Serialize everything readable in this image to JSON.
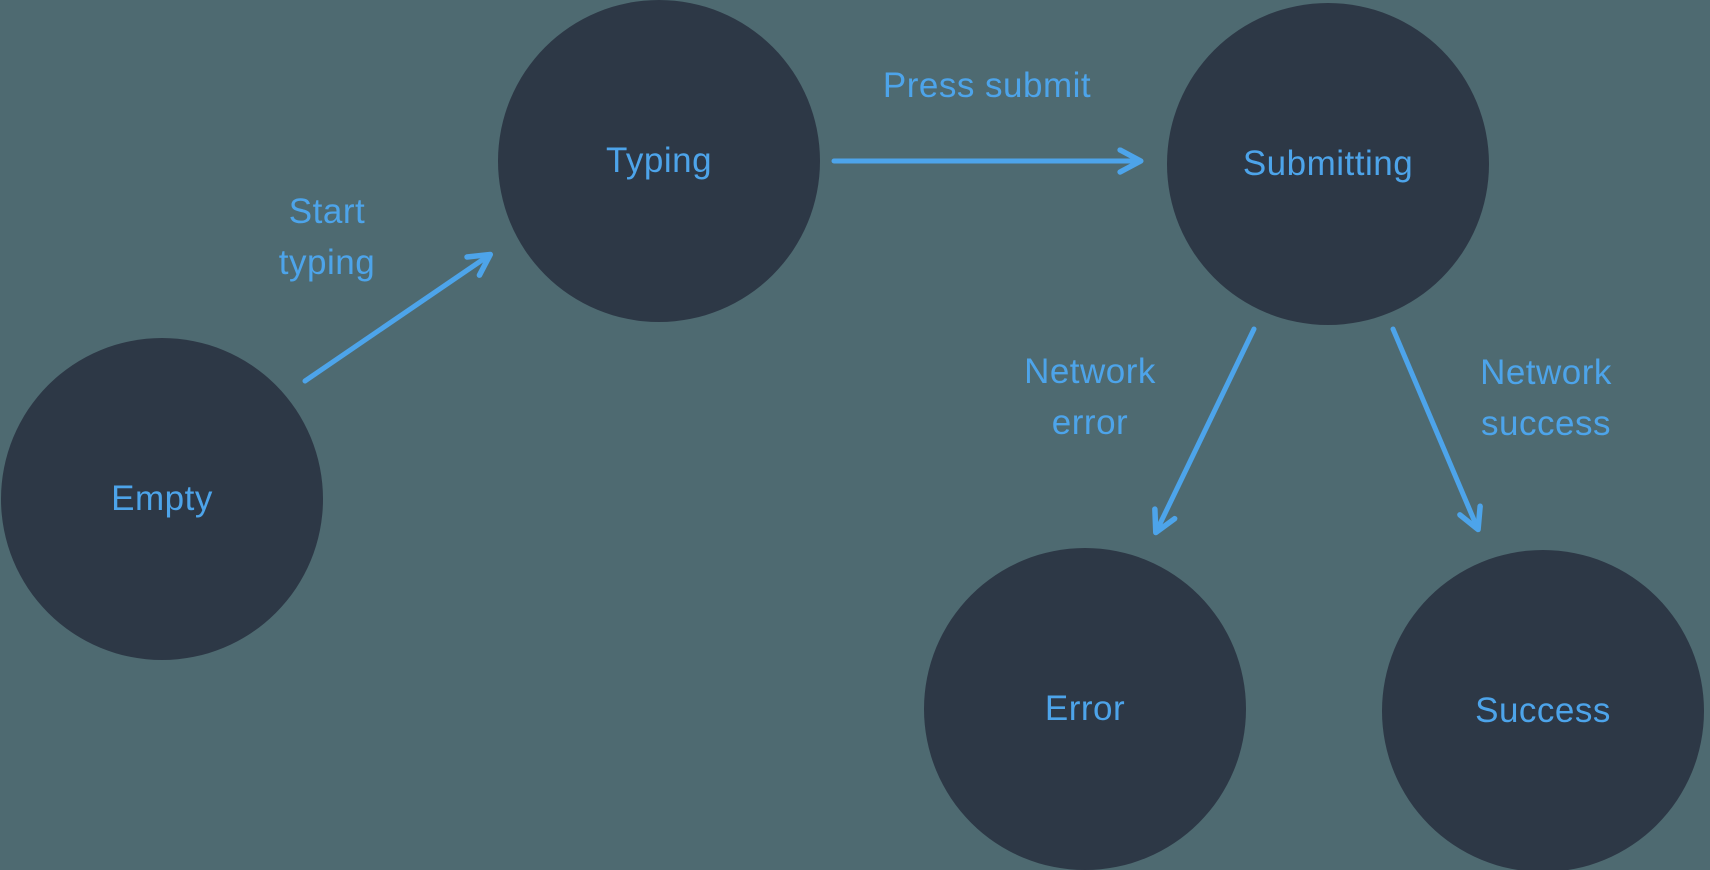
{
  "title": "Form submission state machine diagram",
  "colors": {
    "background": "#4e6a71",
    "node": "#2d3846",
    "accent": "#4da4ea"
  },
  "nodes": {
    "empty": {
      "label": "Empty"
    },
    "typing": {
      "label": "Typing"
    },
    "submitting": {
      "label": "Submitting"
    },
    "error": {
      "label": "Error"
    },
    "success": {
      "label": "Success"
    }
  },
  "edges": {
    "start_typing": {
      "from": "Empty",
      "to": "Typing",
      "label": "Start typing",
      "line1": "Start",
      "line2": "typing"
    },
    "press_submit": {
      "from": "Typing",
      "to": "Submitting",
      "label": "Press submit",
      "line1": "Press submit"
    },
    "network_error": {
      "from": "Submitting",
      "to": "Error",
      "label": "Network error",
      "line1": "Network",
      "line2": "error"
    },
    "network_success": {
      "from": "Submitting",
      "to": "Success",
      "label": "Network success",
      "line1": "Network",
      "line2": "success"
    }
  }
}
